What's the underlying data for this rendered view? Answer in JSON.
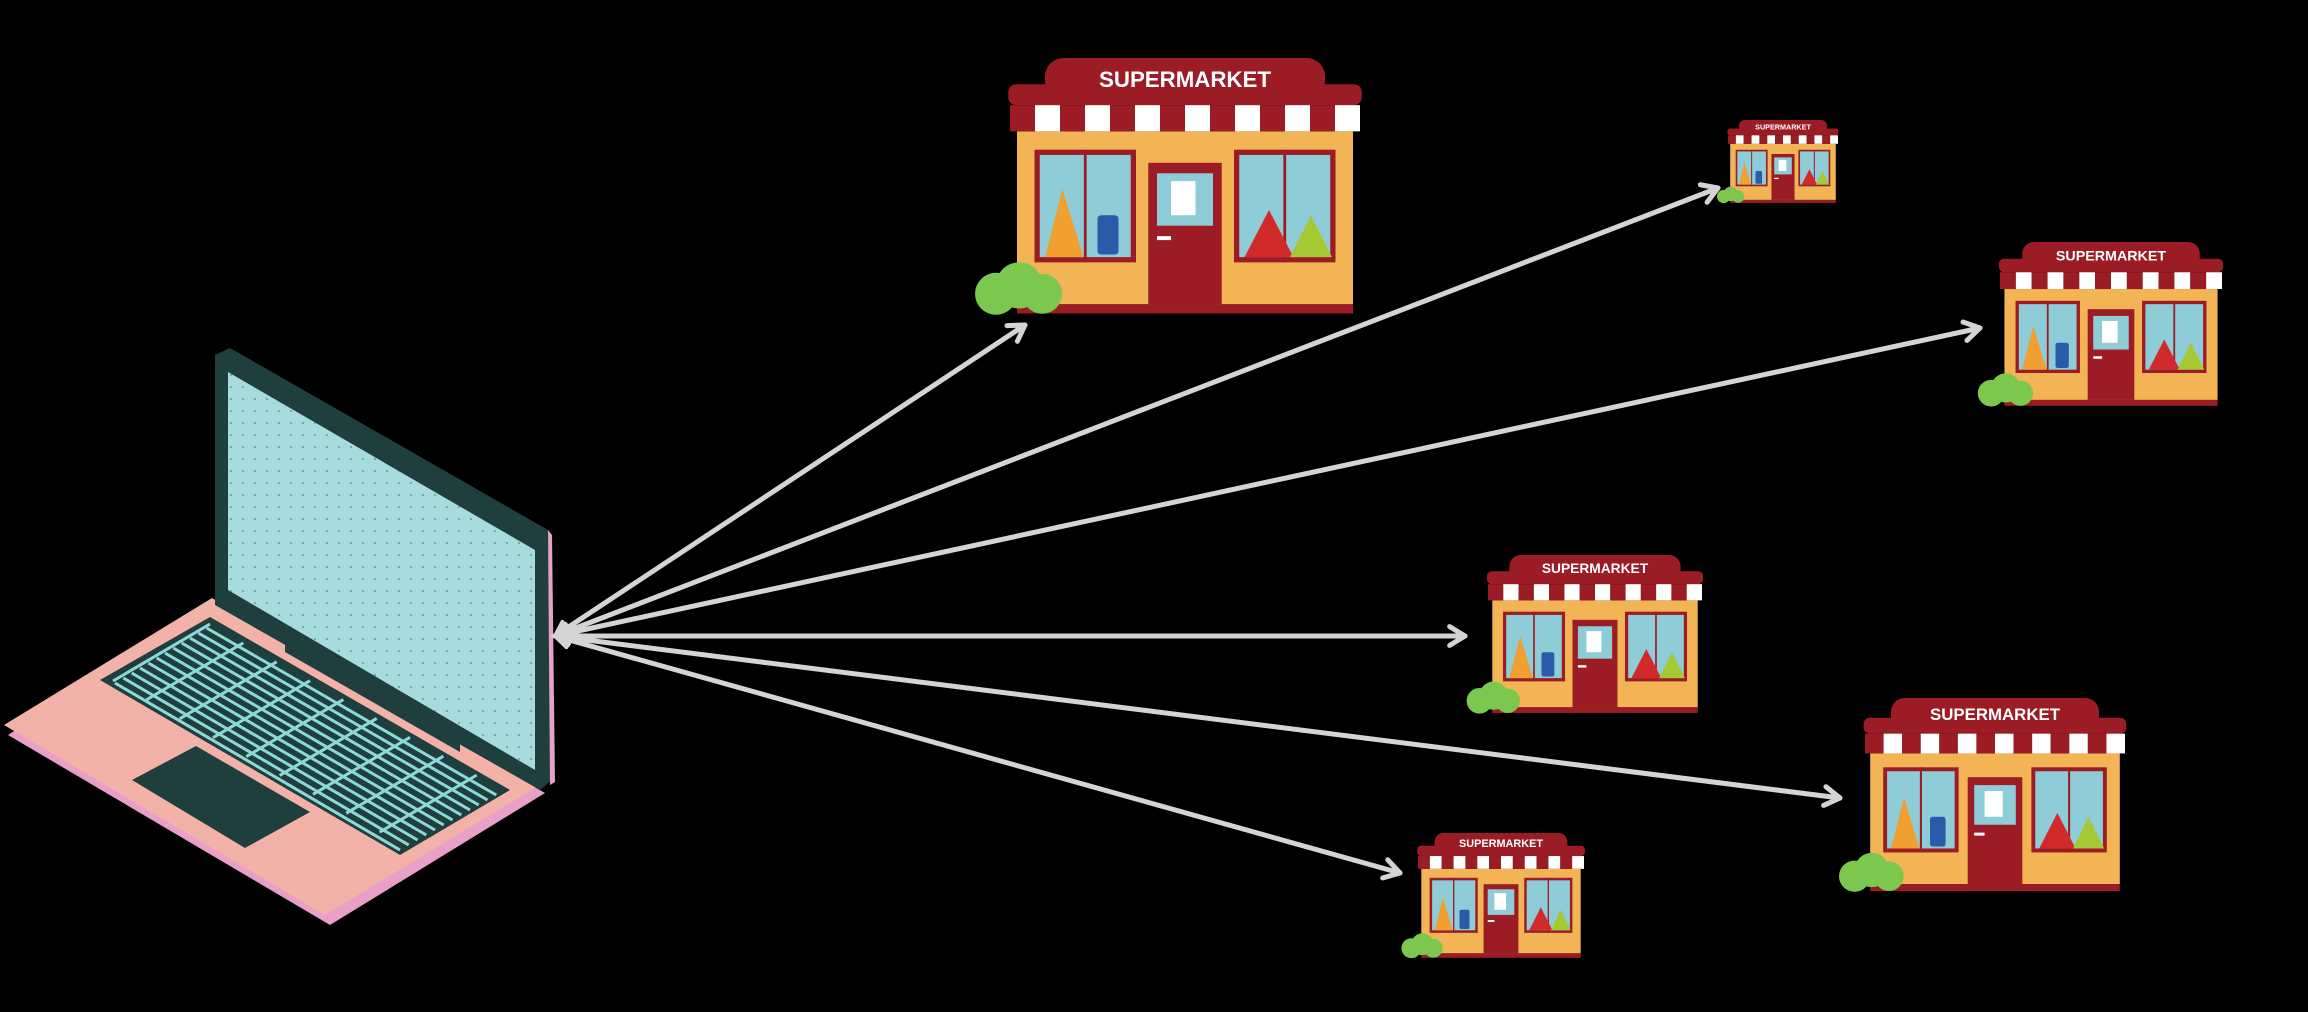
{
  "colors": {
    "background": "#000000",
    "arrow": "#d4d4d4",
    "laptop_body": "#f2b2a8",
    "laptop_edge": "#e8a0c8",
    "laptop_frame": "#1f3f3f",
    "laptop_screen": "#a8dcdc",
    "store_wall": "#f3b455",
    "store_roof": "#9b1c24",
    "awning_stripe": "#ffffff",
    "window_glass": "#8ecdd8",
    "bush": "#7cc84e"
  },
  "laptop": {
    "icon": "laptop-icon"
  },
  "stores": [
    {
      "sign": "SUPERMARKET",
      "icon": "supermarket-icon"
    },
    {
      "sign": "SUPERMARKET",
      "icon": "supermarket-icon"
    },
    {
      "sign": "SUPERMARKET",
      "icon": "supermarket-icon"
    },
    {
      "sign": "SUPERMARKET",
      "icon": "supermarket-icon"
    },
    {
      "sign": "SUPERMARKET",
      "icon": "supermarket-icon"
    },
    {
      "sign": "SUPERMARKET",
      "icon": "supermarket-icon"
    }
  ],
  "connections": [
    {
      "from": "laptop",
      "to": 0
    },
    {
      "from": "laptop",
      "to": 1
    },
    {
      "from": "laptop",
      "to": 2
    },
    {
      "from": "laptop",
      "to": 3
    },
    {
      "from": "laptop",
      "to": 4
    },
    {
      "from": "laptop",
      "to": 5
    }
  ]
}
